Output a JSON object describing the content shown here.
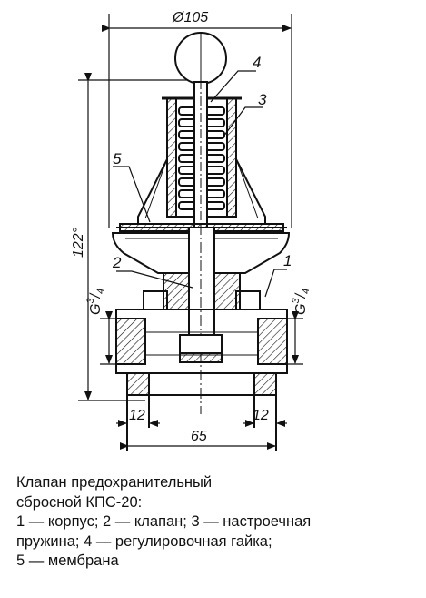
{
  "dimensions": {
    "top_width": "Ø105",
    "height": "122°",
    "thread_label": "G",
    "thread_exp": "3",
    "thread_den": "4",
    "flange_left": "12",
    "flange_right": "12",
    "bore": "65"
  },
  "callouts": [
    "1",
    "2",
    "3",
    "4",
    "5"
  ],
  "caption": {
    "lines": [
      "Клапан предохранительный",
      "сбросной КПС-20:",
      "1 — корпус; 2 — клапан; 3 — настроечная",
      "пружина; 4 — регулировочная гайка;",
      "5 — мембрана"
    ]
  }
}
